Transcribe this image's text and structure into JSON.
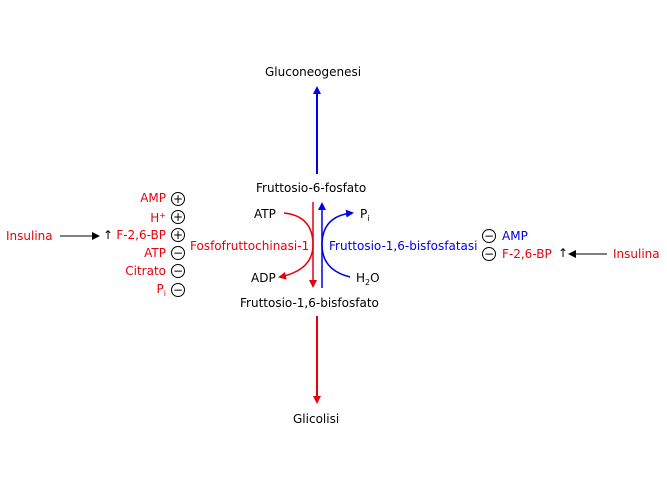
{
  "nodes": {
    "gluconeogenesis": "Gluconeogenesi",
    "f6p": "Fruttosio-6-fosfato",
    "f16bp": "Fruttosio-1,6-bisfosfato",
    "glycolysis": "Glicolisi"
  },
  "pfk": {
    "enzyme": "Fosfofruttochinasi-1",
    "substrate": "ATP",
    "product": "ADP",
    "regulators": [
      {
        "name": "AMP",
        "effect": "+"
      },
      {
        "name": "H",
        "sup": "+",
        "effect": "+"
      },
      {
        "name": "F-2,6-BP",
        "effect": "+"
      },
      {
        "name": "ATP",
        "effect": "−"
      },
      {
        "name": "Citrato",
        "effect": "−"
      },
      {
        "name": "P",
        "sub": "i",
        "effect": "−"
      }
    ],
    "insulin": "Insulina",
    "up_arrow": "↑"
  },
  "fbpase": {
    "enzyme": "Fruttosio-1,6-bisfosfatasi",
    "substrate": "H",
    "substrate_sub": "2",
    "substrate_tail": "O",
    "product": "P",
    "product_sub": "i",
    "regulators": [
      {
        "name": "AMP",
        "effect": "−"
      },
      {
        "name": "F-2,6-BP",
        "effect": "−"
      }
    ],
    "insulin": "Insulina",
    "up_arrow": "↑"
  },
  "colors": {
    "glycolysis": "#e8000d",
    "gluconeogenesis": "#0000e6",
    "neutral": "#000000"
  }
}
